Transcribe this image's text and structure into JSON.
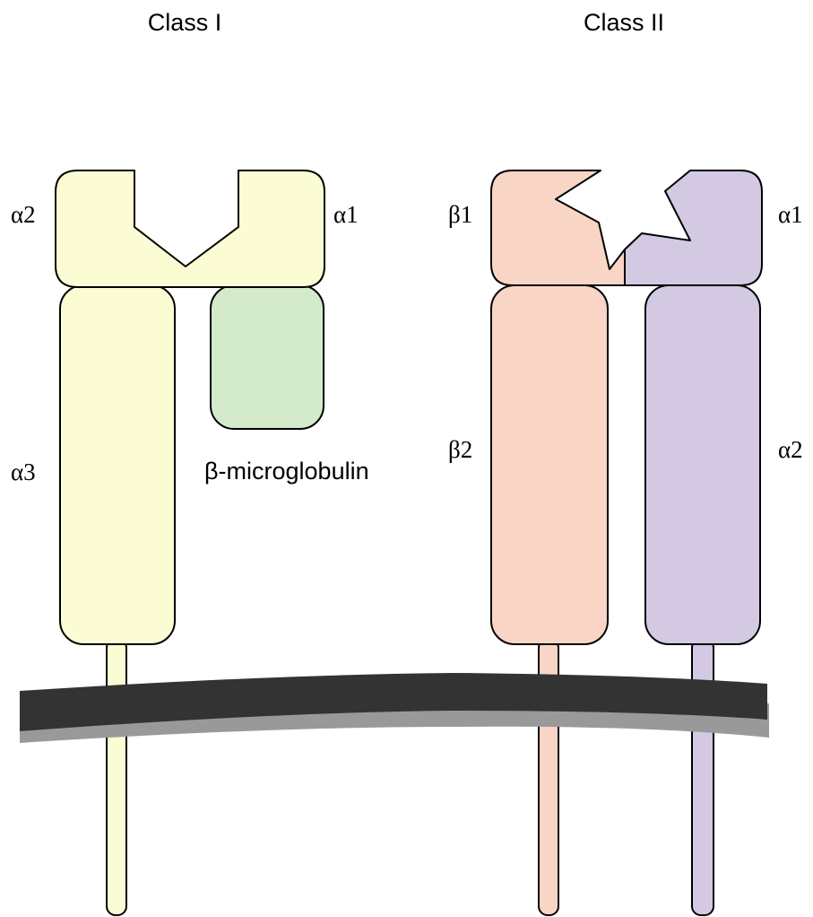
{
  "titles": {
    "class1": "Class I",
    "class2": "Class II"
  },
  "class1": {
    "labels": {
      "alpha2": "α2",
      "alpha1": "α1",
      "alpha3": "α3",
      "beta_micro": "β-microglobulin"
    }
  },
  "class2": {
    "labels": {
      "beta1": "β1",
      "alpha1": "α1",
      "beta2": "β2",
      "alpha2": "α2"
    }
  },
  "colors": {
    "class1_alpha": "#fcfcd4",
    "beta_microglobulin": "#d4ebcb",
    "class2_beta": "#f9d5c6",
    "class2_alpha": "#d3c9e2",
    "membrane_dark": "#333333",
    "membrane_light": "#999999"
  }
}
